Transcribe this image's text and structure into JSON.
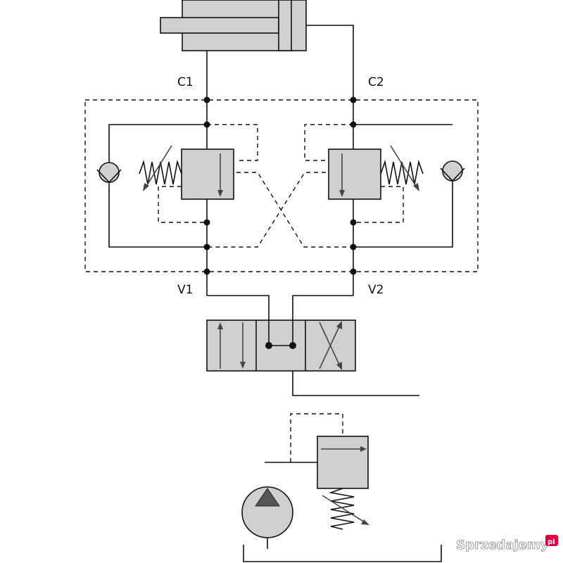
{
  "labels": {
    "c1": "C1",
    "c2": "C2",
    "v1": "V1",
    "v2": "V2"
  },
  "watermark": {
    "text": "Sprzedajemy",
    "badge": "pl"
  },
  "colors": {
    "component_fill": "#d0d0d0",
    "line": "#111111",
    "arrow": "#444444",
    "background": "#ffffff"
  }
}
